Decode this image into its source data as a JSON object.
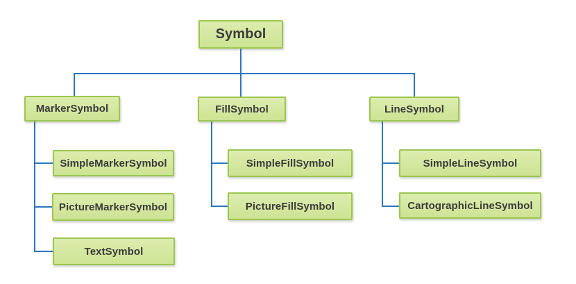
{
  "diagram": {
    "type": "tree",
    "root": {
      "label": "Symbol"
    },
    "branches": [
      {
        "label": "MarkerSymbol",
        "children": [
          "SimpleMarkerSymbol",
          "PictureMarkerSymbol",
          "TextSymbol"
        ]
      },
      {
        "label": "FillSymbol",
        "children": [
          "SimpleFillSymbol",
          "PictureFillSymbol"
        ]
      },
      {
        "label": "LineSymbol",
        "children": [
          "SimpleLineSymbol",
          "CartographicLineSymbol"
        ]
      }
    ],
    "colors": {
      "box_fill_top": "#dcedae",
      "box_fill_bottom": "#cde394",
      "box_border": "#9cc751",
      "connector": "#2b76c0",
      "text": "#3b3b3b",
      "background": "#ffffff"
    }
  }
}
